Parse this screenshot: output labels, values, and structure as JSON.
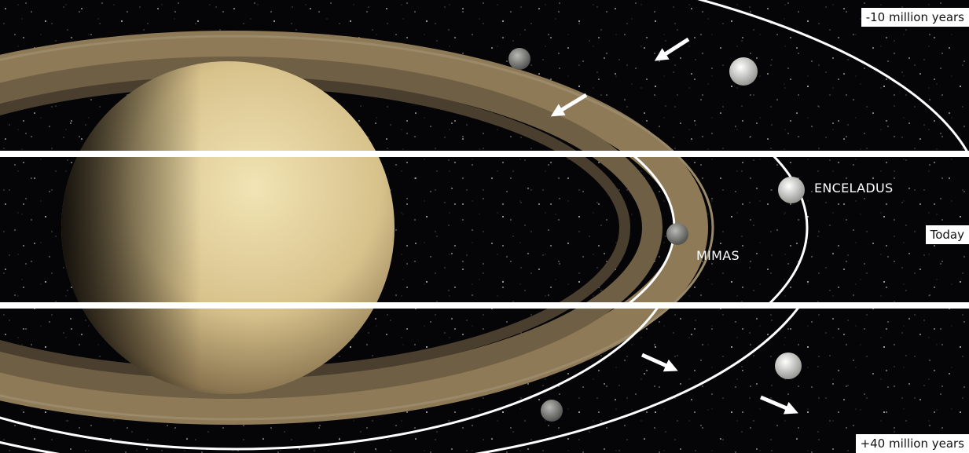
{
  "time_labels": {
    "past": "-10 million years",
    "present": "Today",
    "future": "+40 million years"
  },
  "moon_labels": {
    "enceladus": "ENCELADUS",
    "mimas": "MIMAS"
  },
  "colors": {
    "space": "#050507",
    "orbit": "#ffffff",
    "planet": "#e4d39c",
    "rings": "#8f7a57"
  }
}
